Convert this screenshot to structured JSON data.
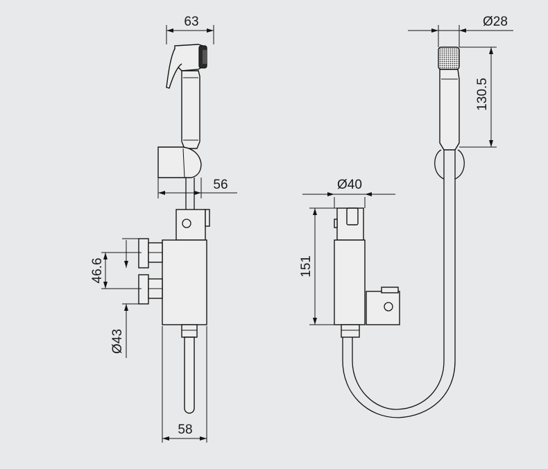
{
  "dimensions": {
    "handset_width": "63",
    "holder_depth": "56",
    "inlet_spacing": "46.6",
    "inlet_diameter": "Ø43",
    "valve_width": "58",
    "spray_diameter": "Ø28",
    "handset_length": "130.5",
    "valve_diameter": "Ø40",
    "valve_height": "151"
  },
  "colors": {
    "background": "#e8e9ea",
    "line": "#141414",
    "fill": "#eeeeee"
  }
}
